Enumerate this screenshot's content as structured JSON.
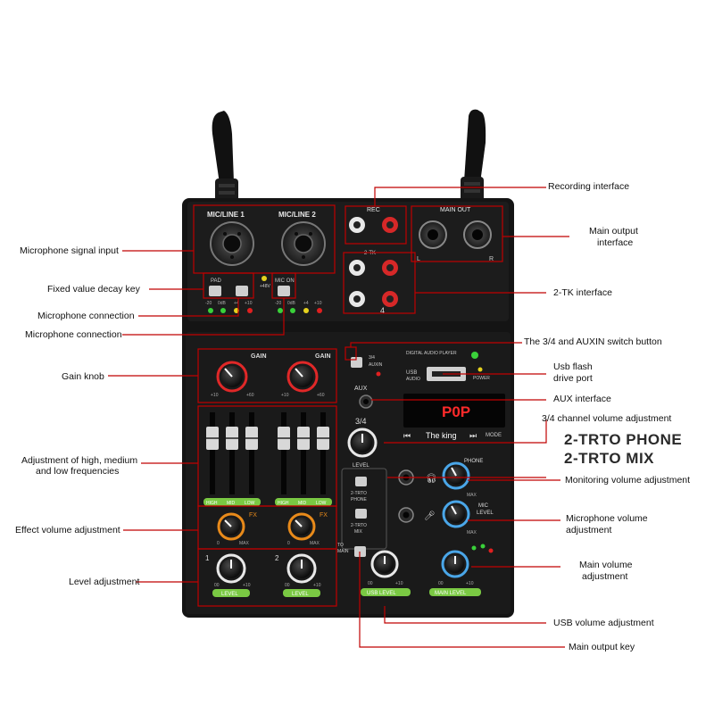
{
  "panel": {
    "mic_line_1": "MIC/LINE 1",
    "mic_line_2": "MIC/LINE 2",
    "rec": "REC",
    "main_out": "MAIN OUT",
    "tk_label": "2-TK",
    "pad": "PAD",
    "mic_on": "MIC ON",
    "plus48v": "+48V",
    "meter_marks": [
      "-20",
      "0dB",
      "+4",
      "+10"
    ],
    "gain": "GAIN",
    "knob_min": "+10",
    "knob_max": "+60",
    "eq_labels": [
      "HIGH",
      "MID",
      "LOW"
    ],
    "fx": "FX",
    "fx_min": "0",
    "fx_max": "MAX",
    "level": "LEVEL",
    "ch1": "1",
    "ch2": "2",
    "level_min": "00",
    "level_max": "+10",
    "aux": "AUX",
    "ch34": "3/4",
    "ch34_switch": "3/4",
    "auxin_switch": "AUXIN",
    "digital_player": "DIGITAL AUDIO PLAYER",
    "usb": "USB",
    "audio": "AUDIO",
    "power": "POWER",
    "display": "P0P",
    "the_king": "The king",
    "mode": "MODE",
    "phone": "PHONE",
    "mic_level_1": "MIC",
    "mic_level_2": "LEVEL",
    "trto_phone_1": "2-TRTO",
    "trto_phone_2": "PHONE",
    "trto_mix_1": "2-TRTO",
    "trto_mix_2": "MIX",
    "to_main_1": "TO",
    "to_main_2": "MAIN",
    "usb_level": "USB LEVEL",
    "main_level": "MAIN LEVEL",
    "max": "MAX",
    "four": "4",
    "L": "L",
    "R": "R"
  },
  "callouts": {
    "recording_interface": "Recording interface",
    "main_output_interface_1": "Main output",
    "main_output_interface_2": "interface",
    "microphone_signal_input": "Microphone signal input",
    "fixed_value_decay_key": "Fixed value decay key",
    "tk_interface": "2-TK interface",
    "microphone_connection_1": "Microphone connection",
    "microphone_connection_2": "Microphone connection",
    "switch_button": "The 3/4 and AUXIN switch button",
    "gain_knob": "Gain knob",
    "usb_flash_1": "Usb flash",
    "usb_flash_2": "drive port",
    "aux_interface": "AUX interface",
    "channel_volume": "3/4 channel volume adjustment",
    "big_phone": "2-TRTO PHONE",
    "big_mix": "2-TRTO MIX",
    "eq_adjust_1": "Adjustment of high, medium",
    "eq_adjust_2": "and low frequencies",
    "monitoring_volume": "Monitoring volume adjustment",
    "mic_volume_1": "Microphone volume",
    "mic_volume_2": "adjustment",
    "effect_volume": "Effect volume adjustment",
    "main_volume_1": "Main volume",
    "main_volume_2": "adjustment",
    "level_adjustment": "Level adjustment",
    "usb_volume": "USB volume adjustment",
    "main_output_key": "Main output key"
  },
  "colors": {
    "callout_line": "#c00000",
    "device_body": "#141414",
    "panel_face": "#1c1c1c",
    "led_green": "#3ad13a",
    "led_yellow": "#e6d21e",
    "led_red": "#e02020",
    "knob_red": "#e02828",
    "knob_orange": "#e88a1a",
    "knob_blue": "#4aa6e8",
    "knob_white": "#e8e8e8",
    "label_green": "#7ac943",
    "display_red": "#ff2a2a"
  }
}
